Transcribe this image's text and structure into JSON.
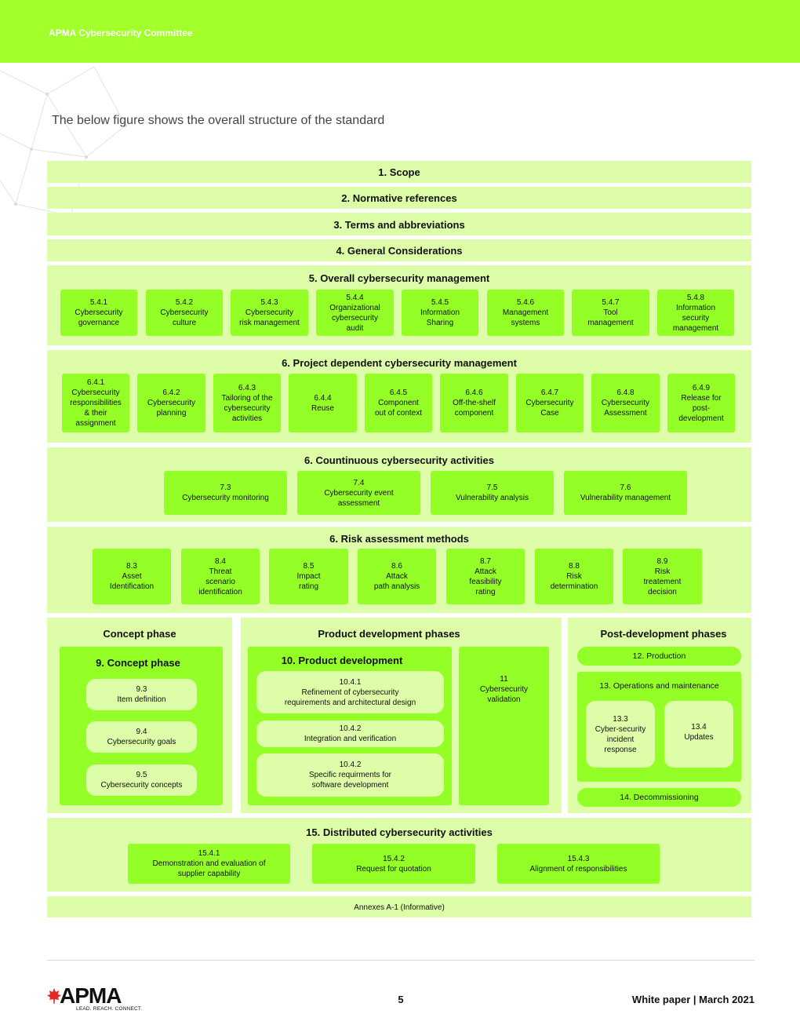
{
  "header": {
    "title": "APMA Cybersecurity Committee"
  },
  "intro": "The below figure shows the overall structure of the standard",
  "clauses": {
    "scope": "1. Scope",
    "normative": "2. Normative references",
    "terms": "3. Terms and abbreviations",
    "general": "4. General Considerations"
  },
  "s5": {
    "title": "5. Overall cybersecurity management",
    "items": [
      [
        "5.4.1",
        "Cybersecurity",
        "governance"
      ],
      [
        "5.4.2",
        "Cybersecurity",
        "culture"
      ],
      [
        "5.4.3",
        "Cybersecurity",
        "risk management"
      ],
      [
        "5.4.4",
        "Organizational",
        "cybersecurity",
        "audit"
      ],
      [
        "5.4.5",
        "Information",
        "Sharing"
      ],
      [
        "5.4.6",
        "Management",
        "systems"
      ],
      [
        "5.4.7",
        "Tool",
        "management"
      ],
      [
        "5.4.8",
        "Information",
        "security",
        "management"
      ]
    ]
  },
  "s6": {
    "title": "6. Project dependent cybersecurity management",
    "items": [
      [
        "6.4.1",
        "Cybersecurity",
        "responsibilities",
        "& their",
        "assignment"
      ],
      [
        "6.4.2",
        "Cybersecurity",
        "planning"
      ],
      [
        "6.4.3",
        "Tailoring of the",
        "cybersecurity",
        "activities"
      ],
      [
        "6.4.4",
        "Reuse"
      ],
      [
        "6.4.5",
        "Component",
        "out of context"
      ],
      [
        "6.4.6",
        "Off-the-shelf",
        "component"
      ],
      [
        "6.4.7",
        "Cybersecurity",
        "Case"
      ],
      [
        "6.4.8",
        "Cybersecurity",
        "Assessment"
      ],
      [
        "6.4.9",
        "Release for",
        "post-",
        "development"
      ]
    ]
  },
  "s7": {
    "title": "6. Countinuous cybersecurity activities",
    "items": [
      [
        "7.3",
        "Cybersecurity monitoring"
      ],
      [
        "7.4",
        "Cybersecurity event",
        "assessment"
      ],
      [
        "7.5",
        "Vulnerability analysis"
      ],
      [
        "7.6",
        "Vulnerability management"
      ]
    ]
  },
  "s8": {
    "title": "6. Risk assessment methods",
    "items": [
      [
        "8.3",
        "Asset",
        "Identification"
      ],
      [
        "8.4",
        "Threat",
        "scenario",
        "identification"
      ],
      [
        "8.5",
        "Impact",
        "rating"
      ],
      [
        "8.6",
        "Attack",
        "path analysis"
      ],
      [
        "8.7",
        "Attack",
        "feasibility",
        "rating"
      ],
      [
        "8.8",
        "Risk",
        "determination"
      ],
      [
        "8.9",
        "Risk",
        "treatement",
        "decision"
      ]
    ]
  },
  "concept": {
    "panel_title": "Concept phase",
    "block_title": "9. Concept phase",
    "items": [
      [
        "9.3",
        "Item definition"
      ],
      [
        "9.4",
        "Cybersecurity goals"
      ],
      [
        "9.5",
        "Cybersecurity concepts"
      ]
    ]
  },
  "product": {
    "panel_title": "Product development phases",
    "block_title": "10. Product development",
    "items": [
      [
        "10.4.1",
        "Refinement of cybersecurity",
        "requirements and architectural design"
      ],
      [
        "10.4.2",
        "Integration and verification"
      ],
      [
        "10.4.2",
        "Specific requirments for",
        "software development"
      ]
    ],
    "validation": [
      "11",
      "Cybersecurity",
      "validation"
    ]
  },
  "post": {
    "panel_title": "Post-development phases",
    "production": "12. Production",
    "ops_title": "13. Operations and maintenance",
    "ops_items": [
      [
        "13.3",
        "Cyber-security",
        "incident",
        "response"
      ],
      [
        "13.4",
        "Updates"
      ]
    ],
    "decommissioning": "14. Decommissioning"
  },
  "s15": {
    "title": "15. Distributed cybersecurity activities",
    "items": [
      [
        "15.4.1",
        "Demonstration and evaluation of",
        "supplier capability"
      ],
      [
        "15.4.2",
        "Request for quotation"
      ],
      [
        "15.4.3",
        "Alignment of responsibilities"
      ]
    ]
  },
  "annexes": "Annexes A-1 (Informative)",
  "footer": {
    "logo_text": "APMA",
    "logo_tagline": "LEAD. REACH. CONNECT.",
    "page_number": "5",
    "right_text": "White paper | March 2021"
  },
  "colors": {
    "header": "#a3ff2a",
    "panel": "#ddfda8",
    "box": "#94ff26"
  }
}
